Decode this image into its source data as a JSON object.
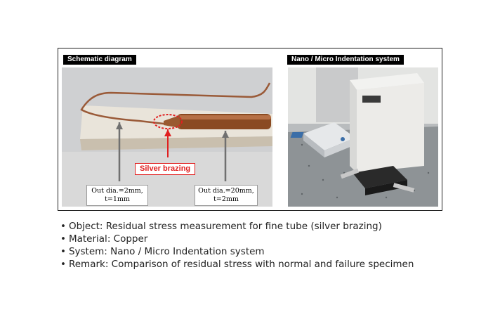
{
  "panels": {
    "schematic_label": "Schematic diagram",
    "system_label": "Nano / Micro Indentation system"
  },
  "schematic": {
    "brazing_label": "Silver brazing",
    "callout_left_line1": "Out dia.=2mm,",
    "callout_left_line2": "t=1mm",
    "callout_right_line1": "Out dia.=20mm,",
    "callout_right_line2": "t=2mm"
  },
  "bullets": [
    "Object: Residual stress measurement for fine tube (silver brazing)",
    "Material: Copper",
    "System: Nano / Micro Indentation system",
    "Remark: Comparison of residual stress with normal and failure specimen"
  ],
  "colors": {
    "highlight_red": "#e02020",
    "copper": "#a0522d"
  }
}
